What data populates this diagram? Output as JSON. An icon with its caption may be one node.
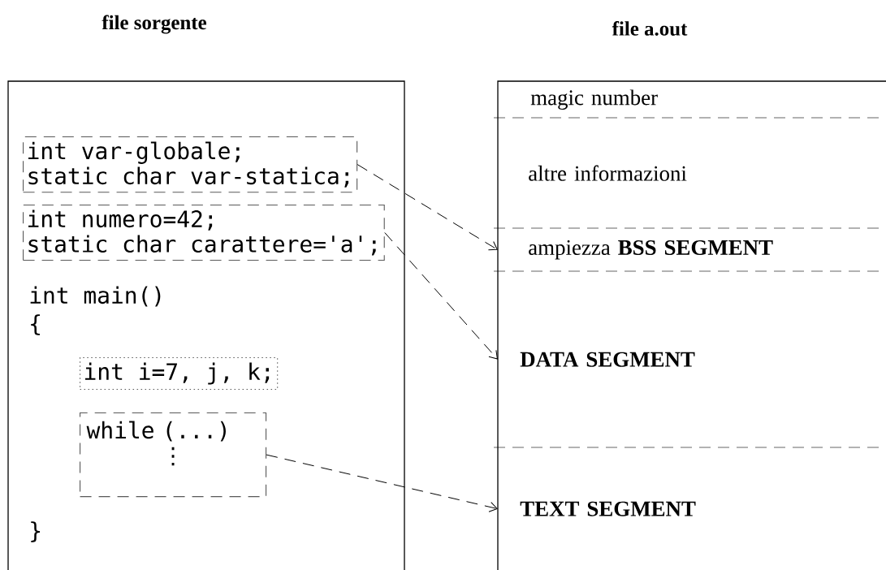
{
  "diagram": {
    "nodes": [
      {
        "text": [
          "file sorgente",
          "int main()",
          "{",
          "}"
        ]
      },
      {
        "text": [
          "int var-globale;",
          "static char var-statica;"
        ],
        "in": 0
      },
      {
        "text": [
          "int numero=42;",
          "static char carattere='a';"
        ],
        "in": 0
      },
      {
        "text": [
          "int i=7, j, k;"
        ],
        "in": 0
      },
      {
        "text": [
          "while (...)",
          "⋮"
        ],
        "in": 0
      },
      {
        "text": [
          "file a.out"
        ]
      },
      {
        "text": [
          "magic number"
        ],
        "in": 5
      },
      {
        "text": [
          "altre informazioni"
        ],
        "in": 5
      },
      {
        "text": [
          "ampiezza **BSS SEGMENT**"
        ],
        "in": 5
      },
      {
        "text": [
          "DATA SEGMENT"
        ],
        "in": 5
      },
      {
        "text": [
          "TEXT SEGMENT"
        ],
        "in": 5
      }
    ],
    "edges": [
      {
        "from": 1,
        "to": 8,
        "arrow": "to",
        "style": "dashed"
      },
      {
        "from": 2,
        "to": 9,
        "arrow": "to",
        "style": "dashed"
      },
      {
        "from": 4,
        "to": 10,
        "arrow": "to",
        "style": "dashed"
      }
    ]
  }
}
